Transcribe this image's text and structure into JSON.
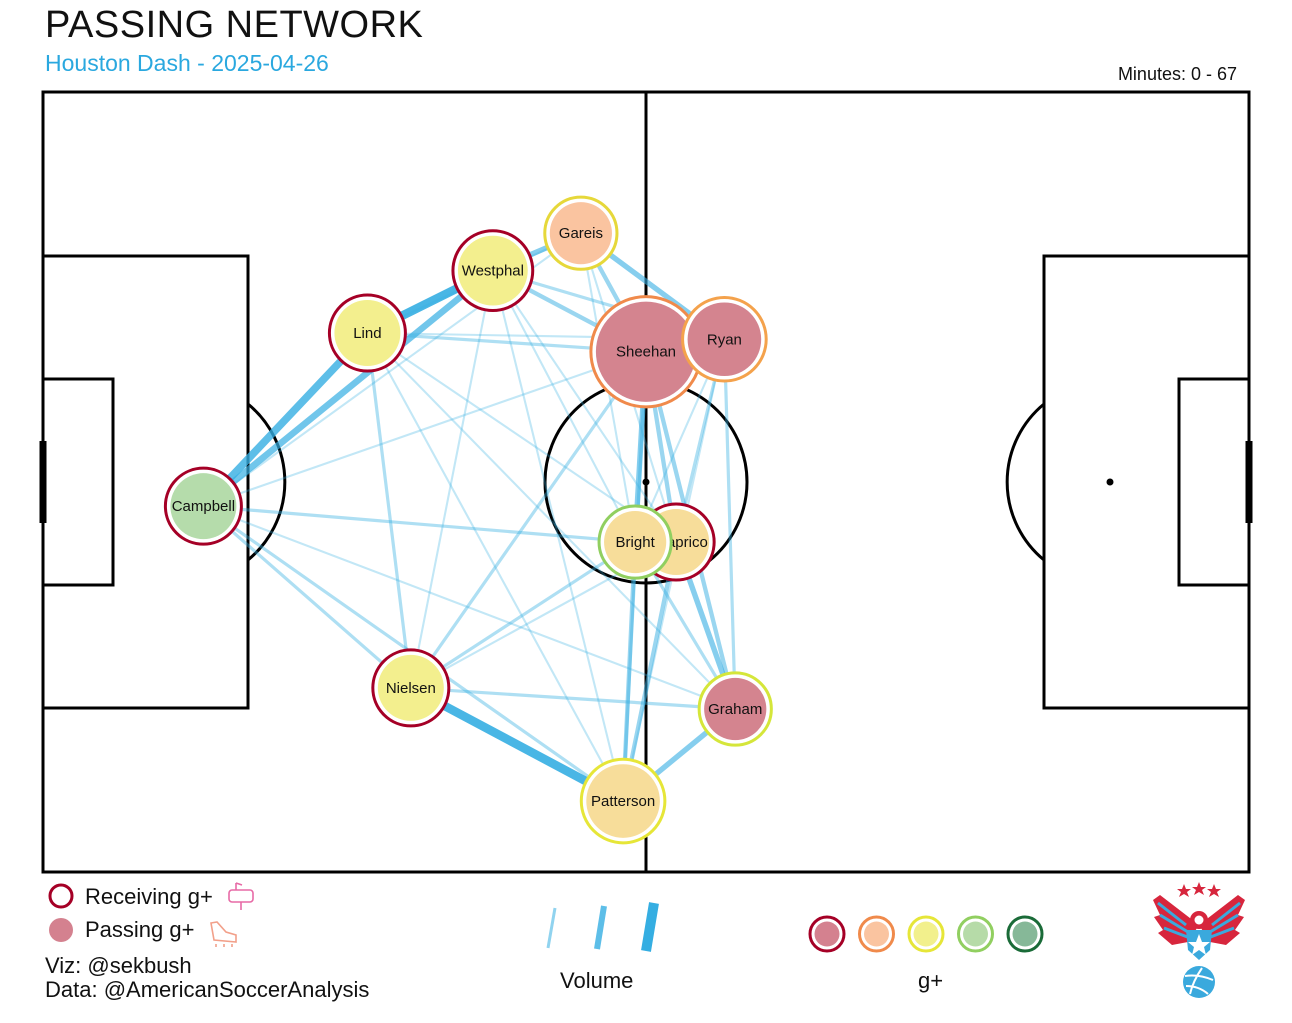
{
  "header": {
    "title": "PASSING NETWORK",
    "subtitle": "Houston Dash - 2025-04-26",
    "minutes": "Minutes: 0 - 67"
  },
  "legend": {
    "receiving": "Receiving g+",
    "passing": "Passing g+",
    "volume_label": "Volume",
    "gplus_label": "g+",
    "gplus_scale_colors": [
      "#d4818f",
      "#fac4a0",
      "#f2f08c",
      "#b6dba8",
      "#86b898"
    ],
    "gplus_ring_colors": [
      "#a50026",
      "#f08a4b",
      "#e6e638",
      "#91cf60",
      "#1a6b38"
    ],
    "receiving_icon": "mailbox-icon",
    "passing_icon": "boot-icon"
  },
  "credits": {
    "viz": "Viz: @sekbush",
    "data": "Data: @AmericanSoccerAnalysis"
  },
  "colors": {
    "edge": "#35aee2",
    "accent": "#2aa8df"
  },
  "chart_data": {
    "type": "network",
    "pitch": {
      "x_range": [
        0,
        100
      ],
      "y_range": [
        0,
        100
      ]
    },
    "players": [
      {
        "name": "Campbell",
        "x": 13.3,
        "y": 46.9,
        "fill": "#b5dcab",
        "ring": "#a50026",
        "size": 1.0
      },
      {
        "name": "Lind",
        "x": 26.9,
        "y": 69.1,
        "fill": "#f3ef8e",
        "ring": "#a50026",
        "size": 1.0
      },
      {
        "name": "Westphal",
        "x": 37.3,
        "y": 77.1,
        "fill": "#f3ef8e",
        "ring": "#a50026",
        "size": 1.05
      },
      {
        "name": "Gareis",
        "x": 44.6,
        "y": 81.9,
        "fill": "#fac4a0",
        "ring": "#e6d83a",
        "size": 0.95
      },
      {
        "name": "Sheehan",
        "x": 50.0,
        "y": 66.7,
        "fill": "#d4848f",
        "ring": "#f08a4b",
        "size": 1.45
      },
      {
        "name": "Ryan",
        "x": 56.5,
        "y": 68.3,
        "fill": "#d4848f",
        "ring": "#f4a24c",
        "size": 1.1
      },
      {
        "name": "Colaprico",
        "x": 52.5,
        "y": 42.3,
        "fill": "#f7dd9a",
        "ring": "#a50026",
        "size": 1.0
      },
      {
        "name": "Bright",
        "x": 49.1,
        "y": 42.3,
        "fill": "#f7dd9a",
        "ring": "#91cf60",
        "size": 0.95
      },
      {
        "name": "Nielsen",
        "x": 30.5,
        "y": 23.6,
        "fill": "#f3ef8e",
        "ring": "#a50026",
        "size": 1.0
      },
      {
        "name": "Graham",
        "x": 57.4,
        "y": 20.9,
        "fill": "#d4848f",
        "ring": "#d5e63a",
        "size": 0.95
      },
      {
        "name": "Patterson",
        "x": 48.1,
        "y": 9.1,
        "fill": "#f7dd9a",
        "ring": "#e6e638",
        "size": 1.1
      }
    ],
    "edges": [
      [
        "Campbell",
        "Westphal",
        5
      ],
      [
        "Campbell",
        "Lind",
        6
      ],
      [
        "Lind",
        "Westphal",
        7
      ],
      [
        "Campbell",
        "Sheehan",
        1
      ],
      [
        "Campbell",
        "Bright",
        2
      ],
      [
        "Campbell",
        "Nielsen",
        2
      ],
      [
        "Campbell",
        "Patterson",
        2
      ],
      [
        "Campbell",
        "Graham",
        1
      ],
      [
        "Campbell",
        "Gareis",
        1
      ],
      [
        "Lind",
        "Sheehan",
        2
      ],
      [
        "Lind",
        "Nielsen",
        2
      ],
      [
        "Lind",
        "Gareis",
        1
      ],
      [
        "Lind",
        "Colaprico",
        1
      ],
      [
        "Lind",
        "Patterson",
        1
      ],
      [
        "Lind",
        "Graham",
        1
      ],
      [
        "Lind",
        "Ryan",
        1
      ],
      [
        "Westphal",
        "Gareis",
        4
      ],
      [
        "Westphal",
        "Sheehan",
        3
      ],
      [
        "Westphal",
        "Ryan",
        2
      ],
      [
        "Westphal",
        "Bright",
        1
      ],
      [
        "Westphal",
        "Colaprico",
        1
      ],
      [
        "Westphal",
        "Nielsen",
        1
      ],
      [
        "Westphal",
        "Patterson",
        1
      ],
      [
        "Gareis",
        "Sheehan",
        3
      ],
      [
        "Gareis",
        "Ryan",
        4
      ],
      [
        "Gareis",
        "Bright",
        1
      ],
      [
        "Gareis",
        "Colaprico",
        1
      ],
      [
        "Sheehan",
        "Ryan",
        3
      ],
      [
        "Sheehan",
        "Bright",
        4
      ],
      [
        "Sheehan",
        "Colaprico",
        3
      ],
      [
        "Sheehan",
        "Graham",
        3
      ],
      [
        "Sheehan",
        "Nielsen",
        2
      ],
      [
        "Sheehan",
        "Patterson",
        2
      ],
      [
        "Ryan",
        "Colaprico",
        2
      ],
      [
        "Ryan",
        "Graham",
        2
      ],
      [
        "Ryan",
        "Patterson",
        1
      ],
      [
        "Ryan",
        "Bright",
        1
      ],
      [
        "Bright",
        "Colaprico",
        2
      ],
      [
        "Bright",
        "Patterson",
        3
      ],
      [
        "Bright",
        "Graham",
        2
      ],
      [
        "Bright",
        "Nielsen",
        2
      ],
      [
        "Colaprico",
        "Graham",
        4
      ],
      [
        "Colaprico",
        "Patterson",
        3
      ],
      [
        "Colaprico",
        "Nielsen",
        1
      ],
      [
        "Nielsen",
        "Patterson",
        7
      ],
      [
        "Nielsen",
        "Graham",
        2
      ],
      [
        "Patterson",
        "Graham",
        4
      ]
    ]
  }
}
